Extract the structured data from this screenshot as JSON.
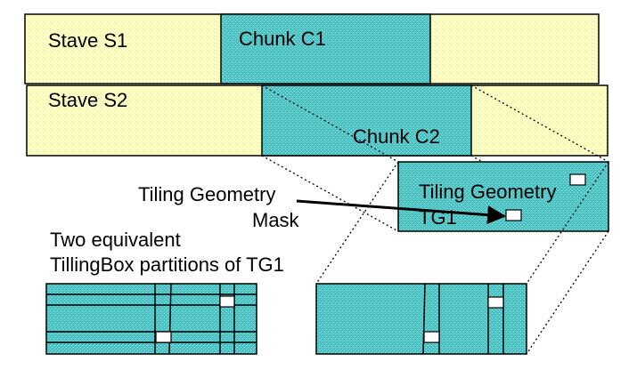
{
  "diagram": {
    "stave_s1": "Stave S1",
    "stave_s2": "Stave S2",
    "chunk_c1": "Chunk C1",
    "chunk_c2": "Chunk C2",
    "tiling_geometry_mask_line1": "Tiling Geometry",
    "tiling_geometry_mask_line2": "Mask",
    "tiling_geometry_line1": "Tiling Geometry",
    "tiling_geometry_line2": "TG1",
    "partitions_line1": "Two equivalent",
    "partitions_line2": "TillingBox partitions of TG1"
  },
  "colors": {
    "stave_fill": "#ffffc6",
    "chunk_fill": "#4fc3c3",
    "outline": "#000000",
    "background": "#ffffff",
    "mask_fill": "#ffffff"
  }
}
